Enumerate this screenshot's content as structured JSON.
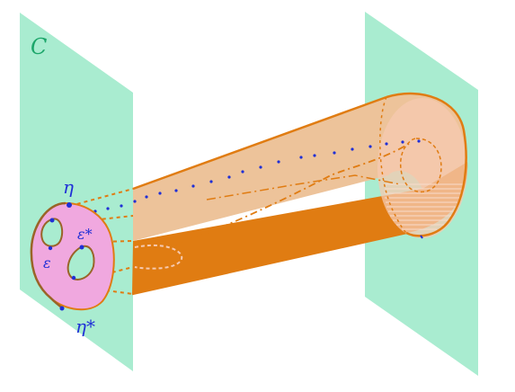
{
  "labels": {
    "plane": "C",
    "eta": "η",
    "eta_star": "η*",
    "epsilon": "ε",
    "epsilon_star": "ε*"
  },
  "colors": {
    "plane": "#a9ecd0",
    "plane_label": "#1ca66a",
    "tube_light": "#edc39a",
    "tube_dark": "#e07c12",
    "outline": "#e07c12",
    "surface": "#f0a8df",
    "surface_edge": "#9a6428",
    "points": "#1f2fd6",
    "hatch": "#f6c9b0"
  }
}
